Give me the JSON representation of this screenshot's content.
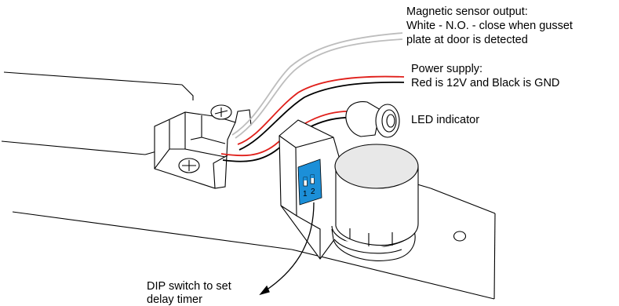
{
  "labels": {
    "magnetic_line1": "Magnetic sensor output:",
    "magnetic_line2": "White - N.O. - close when gusset",
    "magnetic_line3": "plate at door is detected",
    "power_line1": "Power supply:",
    "power_line2": "Red is 12V  and Black is GND",
    "led": "LED indicator",
    "dip_line1": "DIP switch to set",
    "dip_line2": "delay timer",
    "dip_num1": "1",
    "dip_num2": "2"
  },
  "colors": {
    "outline": "#000000",
    "white_wire": "#bdbdbd",
    "red_wire": "#e0201b",
    "black_wire": "#000000",
    "dip_switch": "#1c8fd8"
  }
}
